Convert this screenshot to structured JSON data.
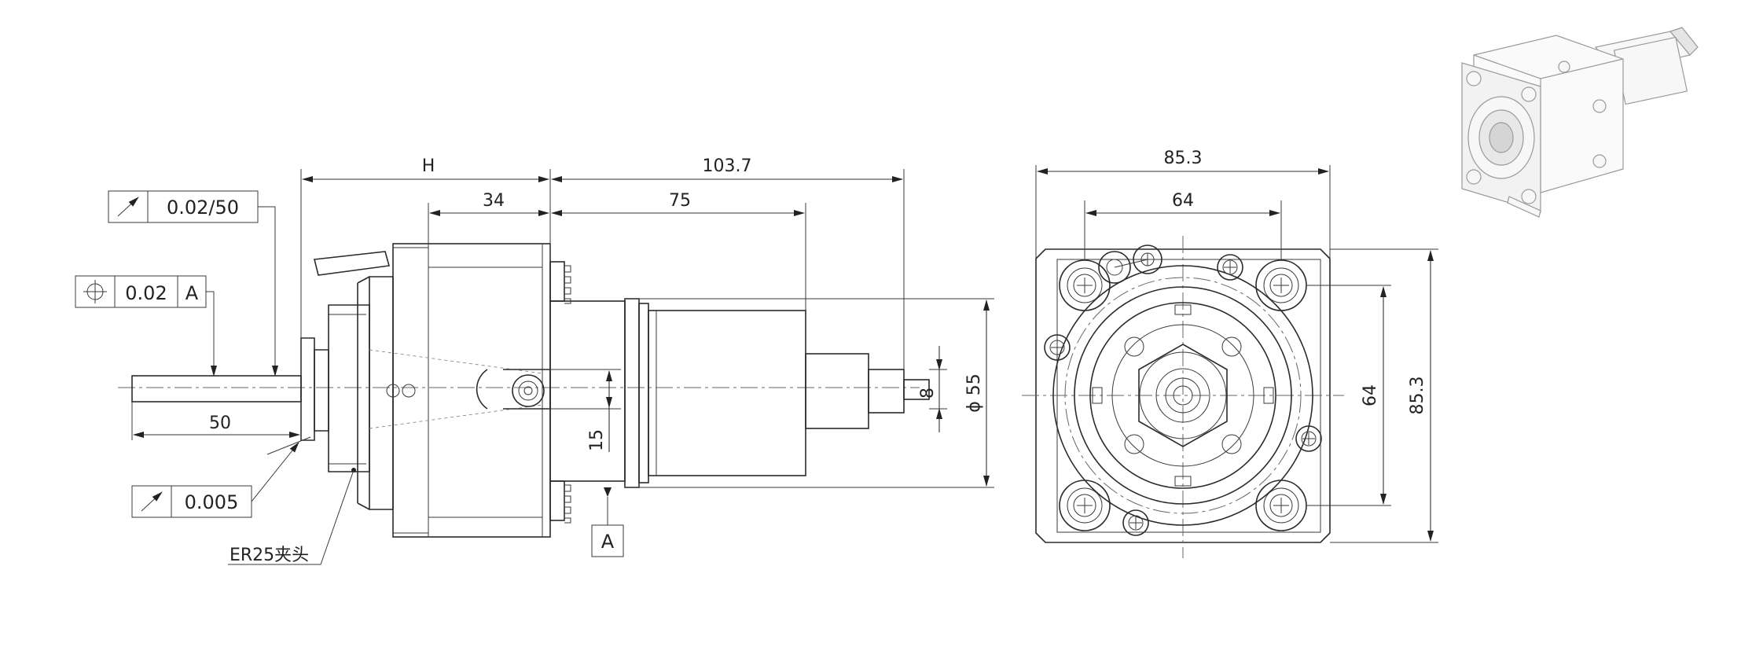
{
  "side_view": {
    "dim_h": "H",
    "dim_103_7": "103.7",
    "dim_34": "34",
    "dim_75": "75",
    "dim_55": "ϕ 55",
    "dim_8": "8",
    "dim_15": "15",
    "dim_50": "50",
    "tol_runout_1": "0.02/50",
    "tol_position": "0.02",
    "tol_position_datum": "A",
    "tol_runout_2": "0.005",
    "datum_label": "A",
    "collet_label": "ER25夹头"
  },
  "front_view": {
    "dim_width": "85.3",
    "dim_hole_spacing_h": "64",
    "dim_hole_spacing_v": "64",
    "dim_height": "85.3"
  }
}
